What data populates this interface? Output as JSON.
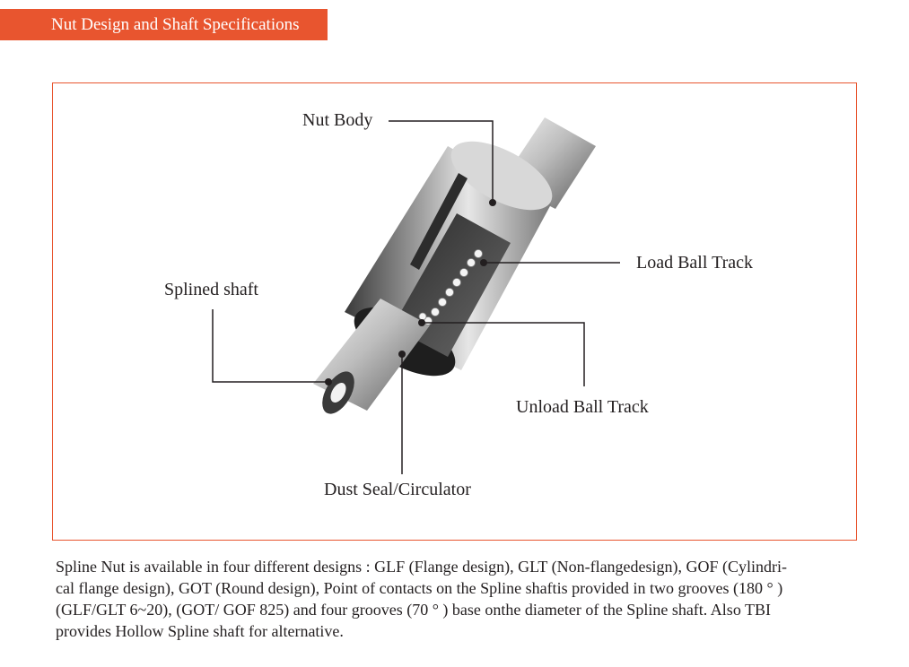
{
  "header": {
    "title": "Nut Design and Shaft Specifications"
  },
  "figure": {
    "labels": {
      "nut_body": "Nut Body",
      "splined_shaft": "Splined shaft",
      "load_ball_track": "Load Ball Track",
      "unload_ball_track": "Unload Ball Track",
      "dust_seal": "Dust Seal/Circulator"
    }
  },
  "caption": {
    "lines": [
      "Spline Nut is available in four different designs : GLF (Flange design), GLT (Non-flangedesign), GOF (Cylindri-",
      "cal flange design), GOT (Round design), Point of contacts on the Spline shaftis provided in two grooves (180 ° )",
      "(GLF/GLT 6~20), (GOT/ GOF 825) and four grooves (70 ° ) base onthe diameter of the Spline shaft. Also TBI",
      "provides Hollow Spline shaft for alternative."
    ]
  },
  "colors": {
    "accent": "#e8552f",
    "text": "#231f20"
  }
}
